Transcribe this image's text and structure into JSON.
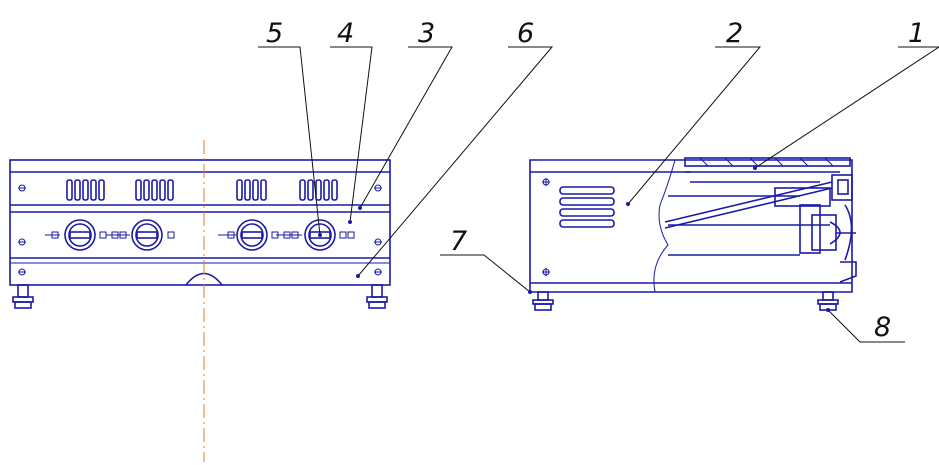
{
  "callouts": [
    {
      "id": "c1",
      "label": "1"
    },
    {
      "id": "c2",
      "label": "2"
    },
    {
      "id": "c3",
      "label": "3"
    },
    {
      "id": "c4",
      "label": "4"
    },
    {
      "id": "c5",
      "label": "5"
    },
    {
      "id": "c6",
      "label": "6"
    },
    {
      "id": "c7",
      "label": "7"
    },
    {
      "id": "c8",
      "label": "8"
    }
  ],
  "colors": {
    "drawing_line": "#1a1aa8",
    "leader_line": "#111111",
    "center_axis": "#e07b20",
    "background": "#ffffff"
  }
}
